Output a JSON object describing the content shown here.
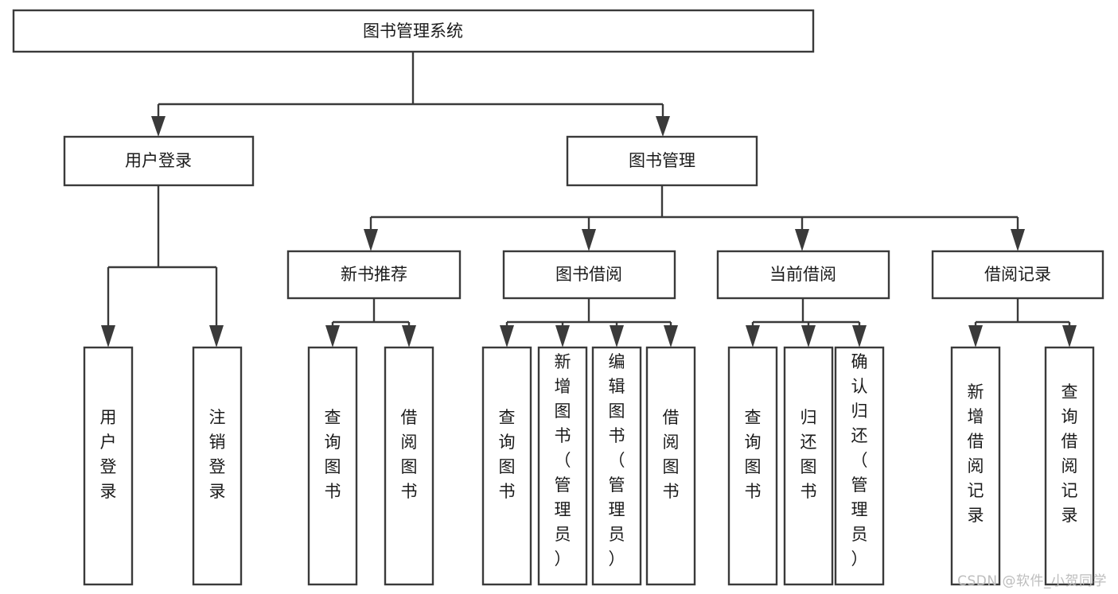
{
  "diagram": {
    "type": "tree",
    "title": "图书管理系统",
    "watermark": "CSDN @软件_小贺同学",
    "colors": {
      "stroke": "#3a3a3a",
      "fill": "#ffffff",
      "text": "#1b1b1b",
      "watermark": "#bdbdbd"
    },
    "levels": {
      "root": {
        "label": "图书管理系统"
      },
      "level2": [
        {
          "label": "用户登录"
        },
        {
          "label": "图书管理"
        }
      ],
      "level3": [
        {
          "label": "新书推荐"
        },
        {
          "label": "图书借阅"
        },
        {
          "label": "当前借阅"
        },
        {
          "label": "借阅记录"
        }
      ]
    },
    "leaves": {
      "user_login": [
        {
          "label": "用户登录"
        },
        {
          "label": "注销登录"
        }
      ],
      "new_book": [
        {
          "label": "查询图书"
        },
        {
          "label": "借阅图书"
        }
      ],
      "book_borrow": [
        {
          "label": "查询图书"
        },
        {
          "label": "新增图书（管理员）"
        },
        {
          "label": "编辑图书（管理员）"
        },
        {
          "label": "借阅图书"
        }
      ],
      "current_borrow": [
        {
          "label": "查询图书"
        },
        {
          "label": "归还图书"
        },
        {
          "label": "确认归还（管理员）"
        }
      ],
      "borrow_record": [
        {
          "label": "新增借阅记录"
        },
        {
          "label": "查询借阅记录"
        }
      ]
    }
  }
}
